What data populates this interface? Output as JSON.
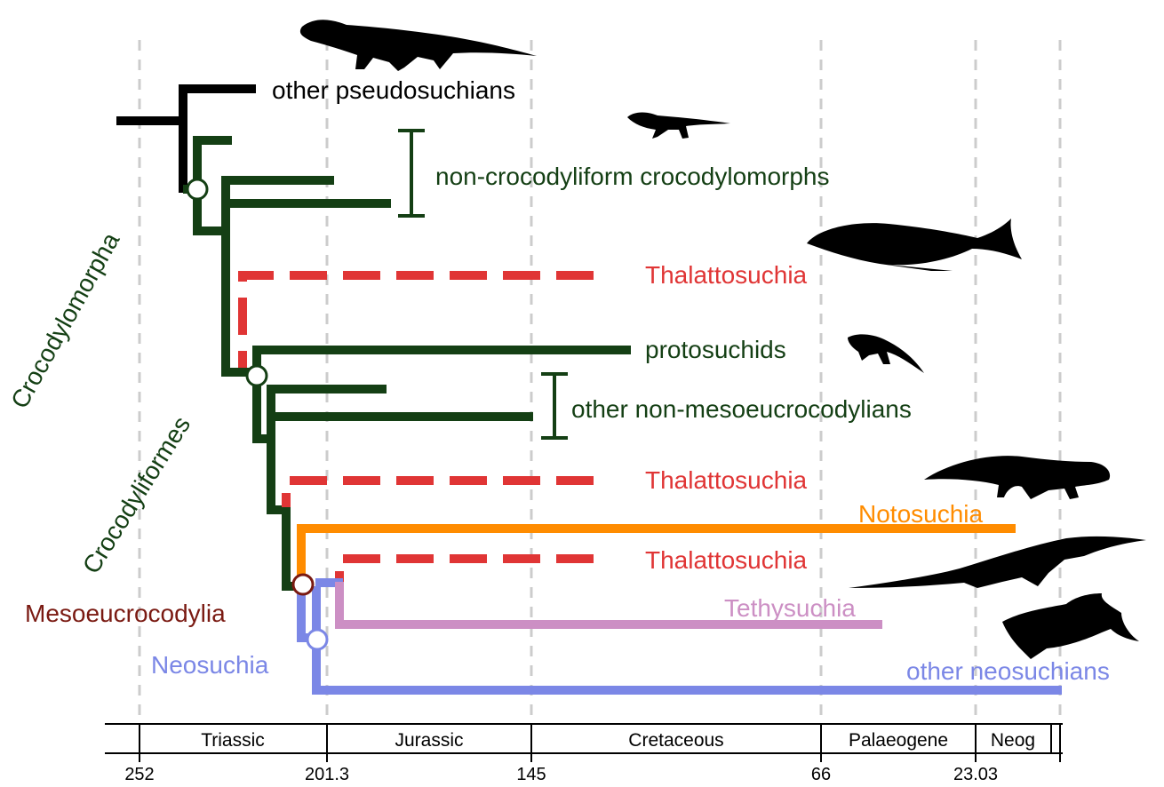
{
  "labels": {
    "other_pseudosuchians": "other pseudosuchians",
    "non_crocodyliform": "non-crocodyliform crocodylomorphs",
    "thalattosuchia_1": "Thalattosuchia",
    "protosuchids": "protosuchids",
    "other_non_meso": "other non-mesoeucrocodylians",
    "thalattosuchia_2": "Thalattosuchia",
    "notosuchia": "Notosuchia",
    "thalattosuchia_3": "Thalattosuchia",
    "tethysuchia": "Tethysuchia",
    "other_neosuchians": "other neosuchians"
  },
  "clades": {
    "crocodylomorpha": "Crocodylomorpha",
    "crocodyliformes": "Crocodyliformes",
    "mesoeucrocodylia": "Mesoeucrocodylia",
    "neosuchia": "Neosuchia"
  },
  "periods": [
    "Triassic",
    "Jurassic",
    "Cretaceous",
    "Palaeogene",
    "Neog"
  ],
  "ticks": [
    "252",
    "201.3",
    "145",
    "66",
    "23.03"
  ],
  "colors": {
    "pseudosuchian": "#000000",
    "crocodylomorph": "#143f14",
    "thalattosuchia": "#e03535",
    "notosuchia": "#ff8c00",
    "tethysuchia": "#cc8fc4",
    "neosuchia": "#7b87e6",
    "mesoeucrocodylia": "#7a1a12"
  },
  "icons": [
    "crocodile-silhouette",
    "small-crocodylomorph-silhouette",
    "thalattosuchian-marine-silhouette",
    "protosuchid-silhouette",
    "notosuchian-silhouette",
    "tethysuchian-silhouette",
    "neosuchian-silhouette"
  ]
}
